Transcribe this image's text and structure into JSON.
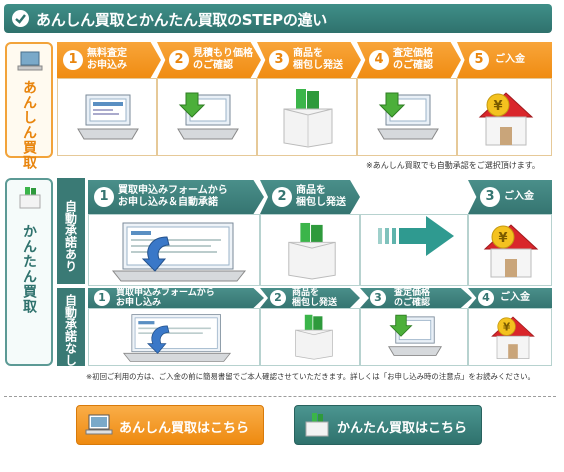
{
  "header": {
    "title": "あんしん買取とかんたん買取のSTEPの違い"
  },
  "anshin": {
    "side_label": "あんしん買取",
    "steps": [
      {
        "num": "1",
        "label": "無料査定\nお申込み"
      },
      {
        "num": "2",
        "label": "見積もり価格\nのご確認"
      },
      {
        "num": "3",
        "label": "商品を\n梱包し発送"
      },
      {
        "num": "4",
        "label": "査定価格\nのご確認"
      },
      {
        "num": "5",
        "label": "ご入金"
      }
    ],
    "note": "※あんしん買取でも自動承認をご選択頂けます。"
  },
  "kantan": {
    "side_label": "かんたん買取",
    "row1": {
      "label": "自動承諾あり",
      "steps": [
        {
          "num": "1",
          "label": "買取申込みフォームから\nお申し込み＆自動承諾"
        },
        {
          "num": "2",
          "label": "商品を\n梱包し発送"
        },
        {
          "num": "3",
          "label": "ご入金"
        }
      ]
    },
    "row2": {
      "label": "自動承諾なし",
      "steps": [
        {
          "num": "1",
          "label": "買取申込みフォームから\nお申し込み"
        },
        {
          "num": "2",
          "label": "商品を\n梱包し発送"
        },
        {
          "num": "3",
          "label": "査定価格\nのご確認"
        },
        {
          "num": "4",
          "label": "ご入金"
        }
      ]
    },
    "note": "※初回ご利用の方は、ご入金の前に簡易書留でご本人確認させていただきます。詳しくは「お申し込み時の注意点」をお読みください。"
  },
  "buttons": {
    "anshin": "あんしん買取はこちら",
    "kantan": "かんたん買取はこちら"
  },
  "colors": {
    "orange": "#f08c12",
    "teal": "#357571",
    "red_roof": "#d9262b"
  },
  "icons": [
    "laptop-icon",
    "laptop-download-icon",
    "box-icon",
    "house-yen-icon",
    "arrow-right-icon"
  ]
}
